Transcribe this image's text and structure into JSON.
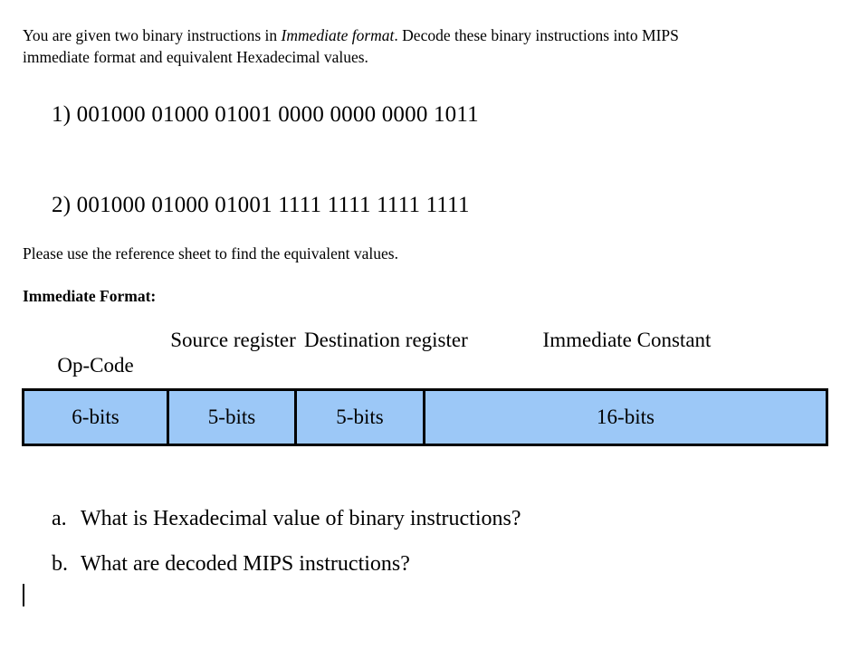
{
  "document": {
    "intro_before_italic": "You are given two binary instructions in ",
    "intro_italic": "Immediate format",
    "intro_after_italic": ". Decode these binary instructions into MIPS immediate format and equivalent Hexadecimal values.",
    "instructions": [
      {
        "marker": "1)",
        "bits": "001000 01000 01001 0000 0000 0000 1011",
        "full": "1) 001000 01000 01001 0000 0000 0000 1011"
      },
      {
        "marker": "2)",
        "bits": "001000 01000 01001 1111 1111 1111 1111",
        "full": "2) 001000 01000 01001 1111 1111 1111 1111"
      }
    ],
    "reference_note": "Please use the reference sheet to find the equivalent values.",
    "section_title": "Immediate Format:",
    "format_table": {
      "fill_color": "#9CC8F7",
      "border_color": "#000000",
      "headers": [
        "Op-Code",
        "Source register",
        "Destination register",
        "Immediate Constant"
      ],
      "cells": [
        "6-bits",
        "5-bits",
        "5-bits",
        "16-bits"
      ]
    },
    "questions": [
      {
        "marker": "a.",
        "text": "What is Hexadecimal value of binary instructions?"
      },
      {
        "marker": "b.",
        "text": "What are decoded MIPS instructions?"
      }
    ]
  }
}
